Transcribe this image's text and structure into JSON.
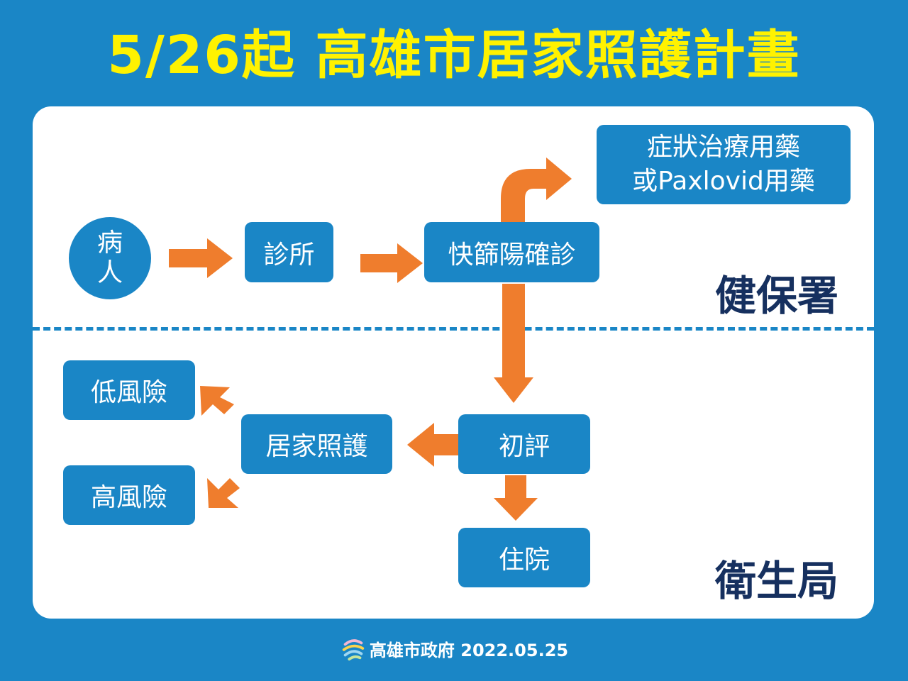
{
  "title": "5/26起 高雄市居家照護計畫",
  "nodes": {
    "patient_line1": "病",
    "patient_line2": "人",
    "clinic": "診所",
    "rapid_test": "快篩陽確診",
    "medication_line1": "症狀治療用藥",
    "medication_line2": "或Paxlovid用藥",
    "initial_assessment": "初評",
    "home_care": "居家照護",
    "low_risk": "低風險",
    "high_risk": "高風險",
    "hospitalization": "住院"
  },
  "agencies": {
    "nhi": "健保署",
    "health_bureau": "衛生局"
  },
  "footer": {
    "text": "高雄市政府 2022.05.25"
  },
  "colors": {
    "background": "#1a86c6",
    "title": "#fff200",
    "arrow": "#ef7d2d",
    "agency_text": "#16305f",
    "panel": "#ffffff"
  }
}
